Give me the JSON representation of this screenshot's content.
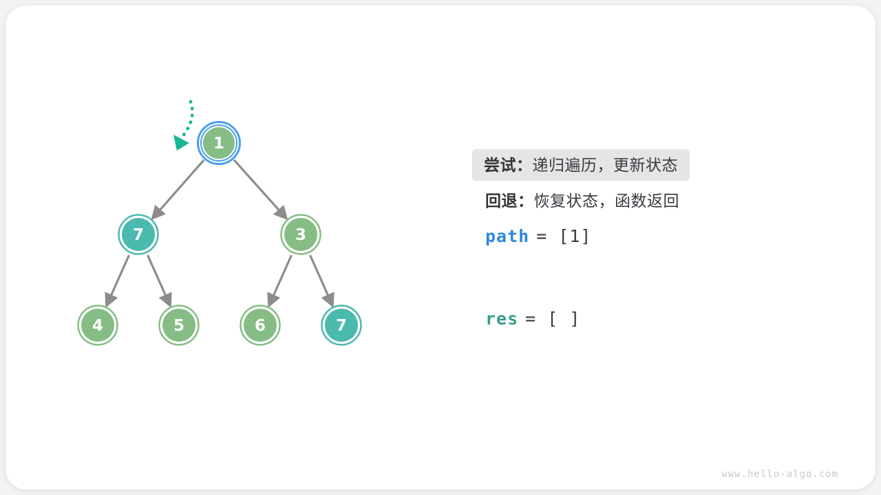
{
  "watermark": "www.hello-algo.com",
  "annotations": {
    "try_label": "尝试：",
    "try_text": "递归遍历，更新状态",
    "backtrack_label": "回退：",
    "backtrack_text": "恢复状态，函数返回"
  },
  "variables": {
    "path": {
      "name": "path",
      "value": "= [1]"
    },
    "res": {
      "name": "res",
      "value": "= [ ]"
    }
  },
  "tree": {
    "nodes": [
      {
        "value": "1",
        "state": "current",
        "color": "green"
      },
      {
        "value": "7",
        "state": "in-path",
        "color": "teal"
      },
      {
        "value": "3",
        "state": "default",
        "color": "green"
      },
      {
        "value": "4",
        "state": "default",
        "color": "green"
      },
      {
        "value": "5",
        "state": "default",
        "color": "green"
      },
      {
        "value": "6",
        "state": "default",
        "color": "green"
      },
      {
        "value": "7",
        "state": "marked",
        "color": "teal"
      }
    ],
    "edges": [
      "1→7",
      "1→3",
      "7→4",
      "7→5",
      "3→6",
      "3→7"
    ]
  },
  "colors": {
    "node_green": "#85bd85",
    "node_teal": "#4ab9ae",
    "current_ring_blue": "#4a9ee8",
    "edge_gray": "#8c8c8c",
    "pointer_teal": "#17b796",
    "path_blue": "#2b89e0",
    "res_teal": "#379f8e",
    "text_dark": "#3a3a42",
    "highlight_bg": "#e5e5e5",
    "watermark_gray": "#c9c9c9"
  }
}
